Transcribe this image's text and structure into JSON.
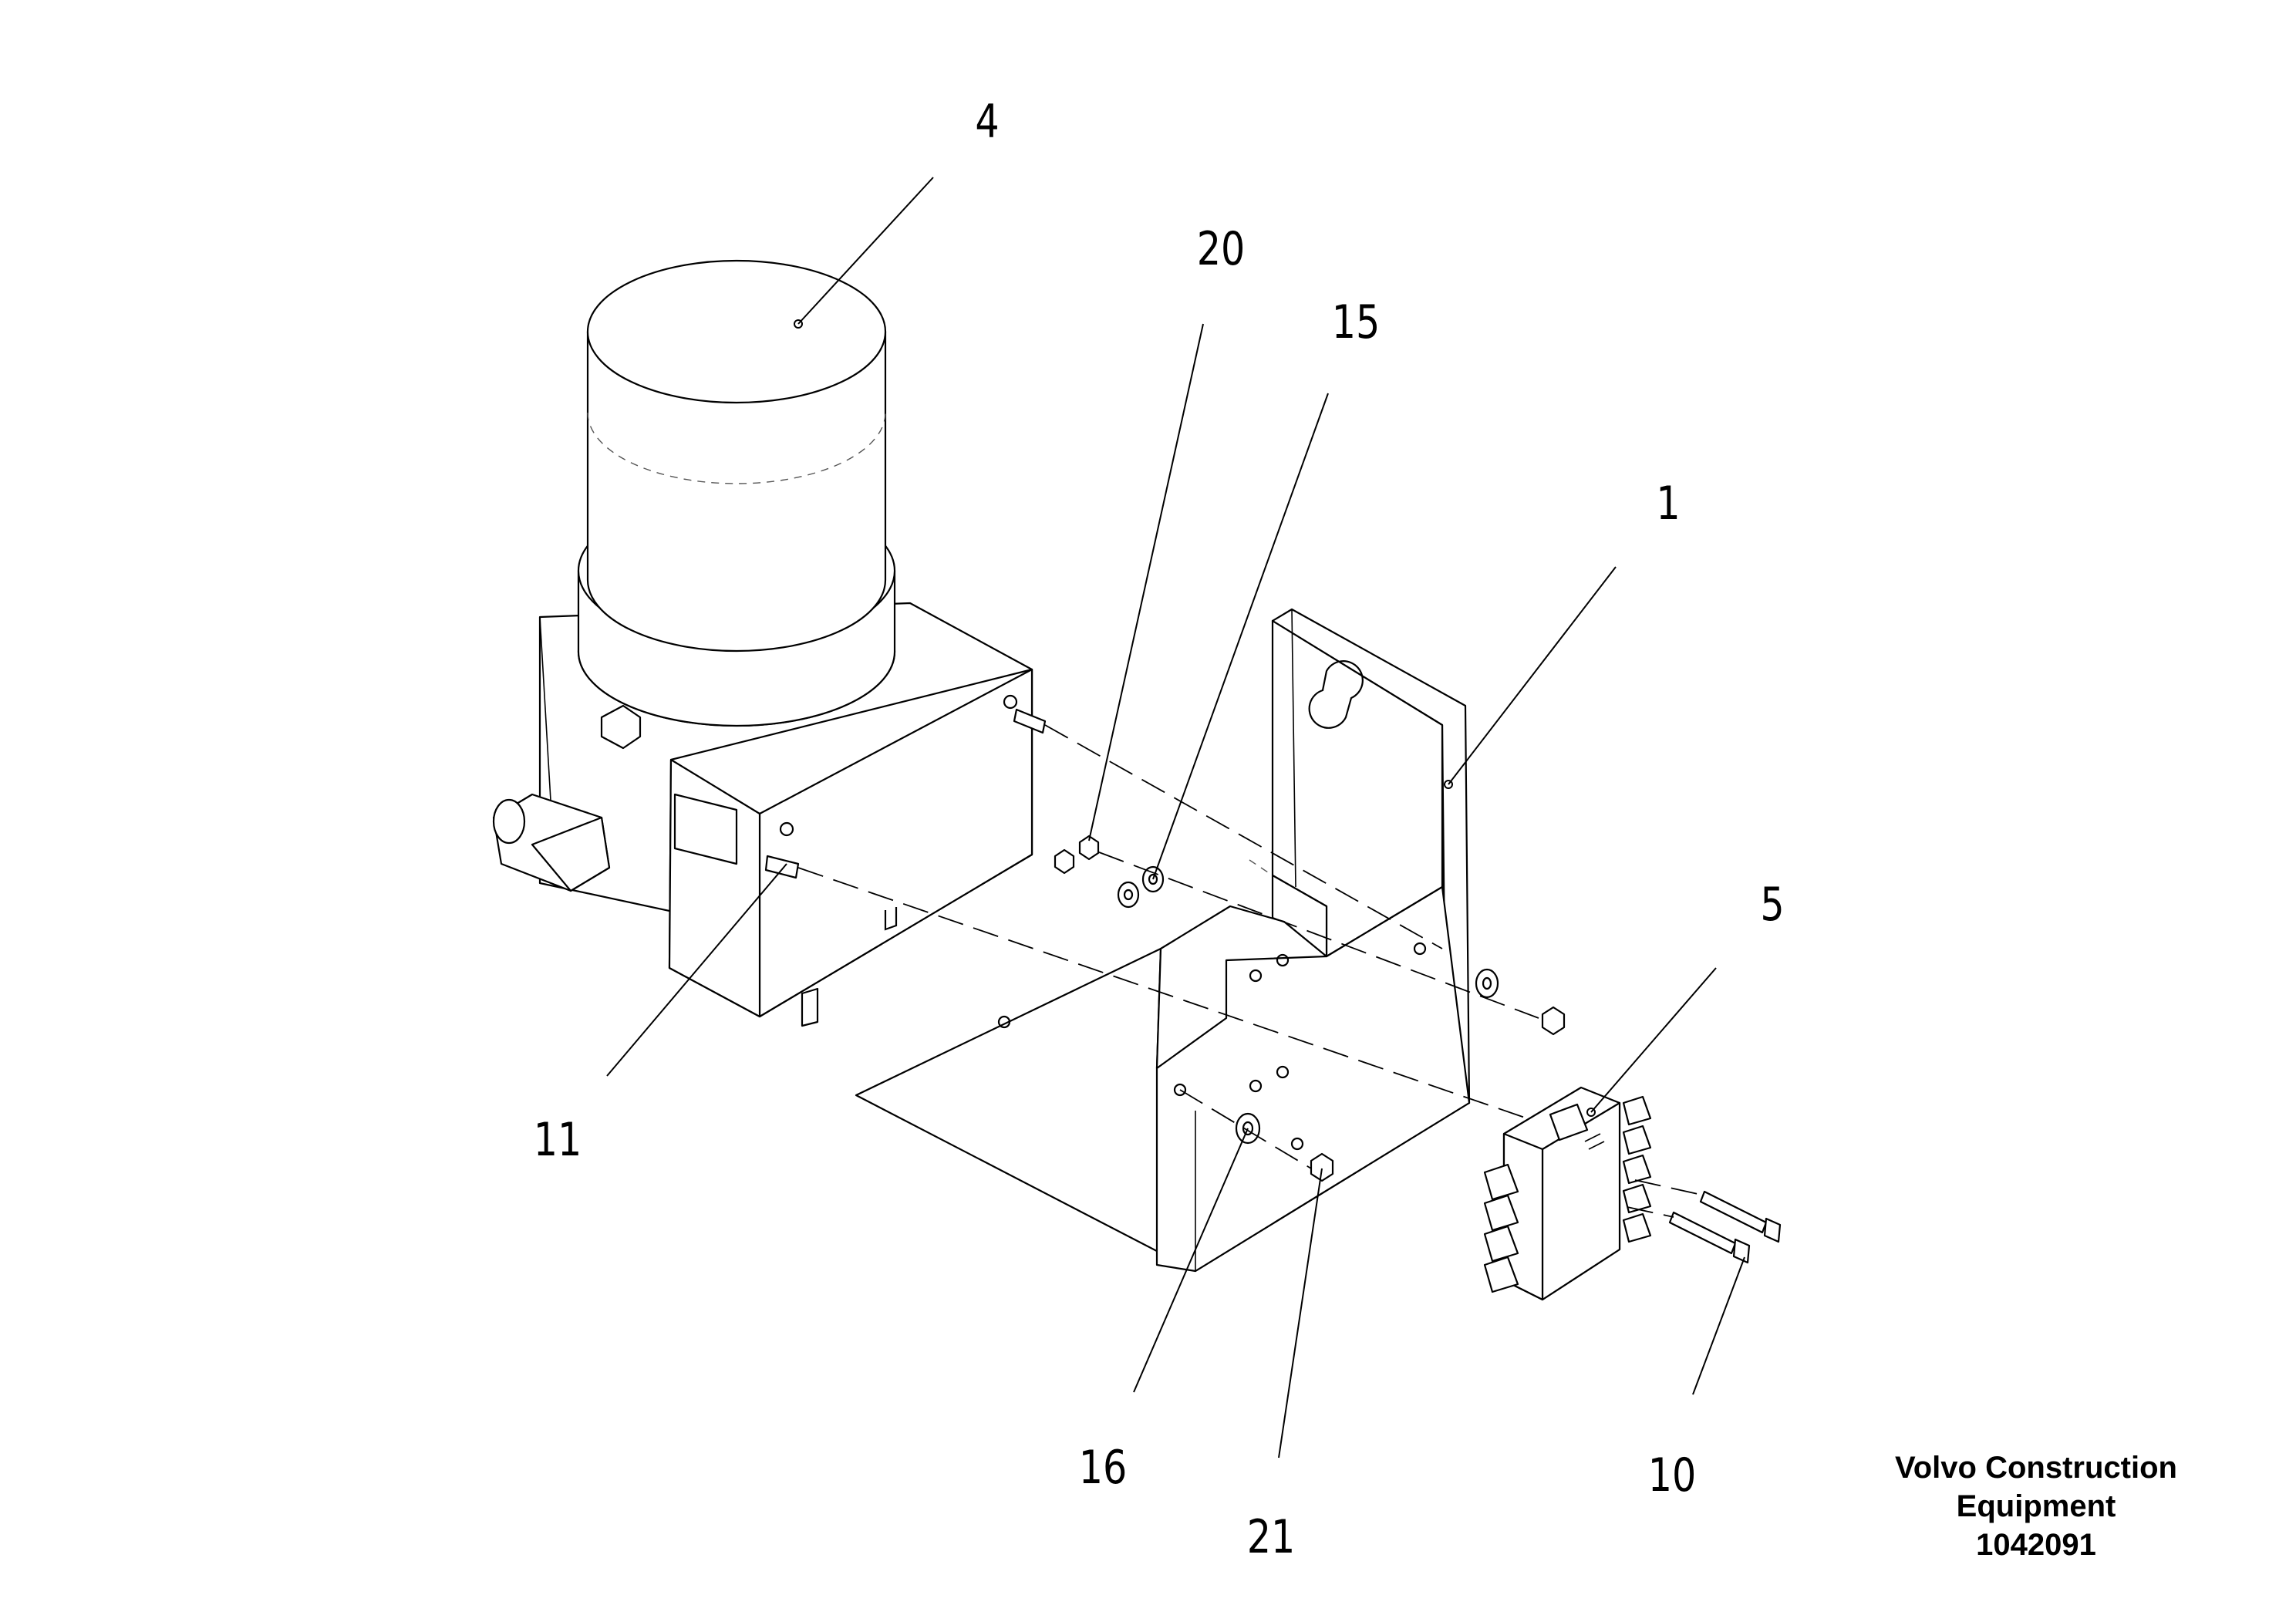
{
  "callouts": [
    {
      "id": "4",
      "label": "4"
    },
    {
      "id": "20",
      "label": "20"
    },
    {
      "id": "15",
      "label": "15"
    },
    {
      "id": "1",
      "label": "1"
    },
    {
      "id": "5",
      "label": "5"
    },
    {
      "id": "11",
      "label": "11"
    },
    {
      "id": "16",
      "label": "16"
    },
    {
      "id": "21",
      "label": "21"
    },
    {
      "id": "10",
      "label": "10"
    }
  ],
  "credit": {
    "line1": "Volvo Construction",
    "line2": "Equipment",
    "line3": "1042091"
  }
}
